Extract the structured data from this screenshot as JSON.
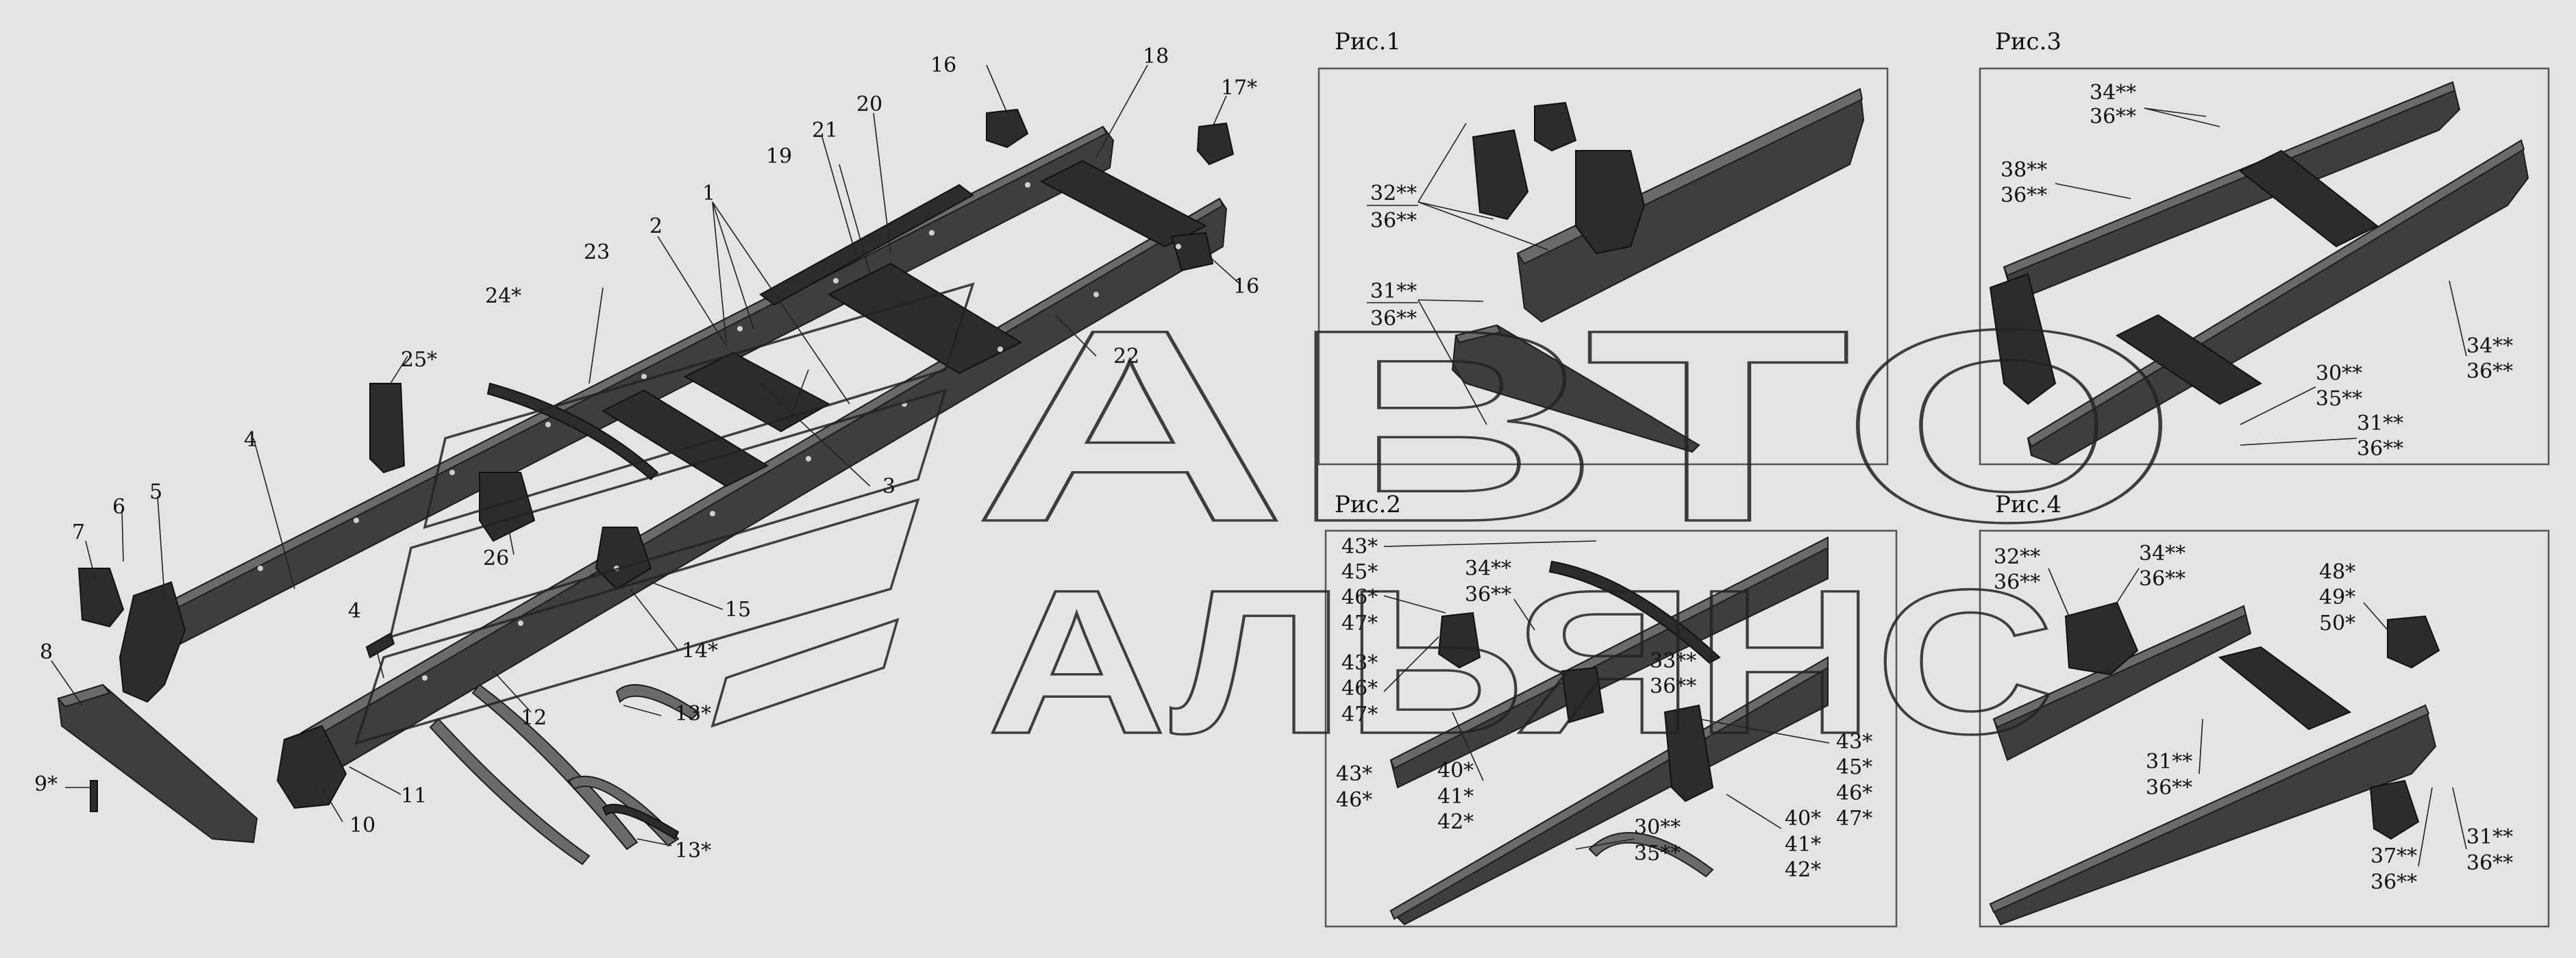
{
  "watermark": {
    "line1": "АВТО",
    "line2": "АЛЬЯНС"
  },
  "main": {
    "labels": [
      "1",
      "2",
      "3",
      "4",
      "4",
      "5",
      "6",
      "7",
      "8",
      "9*",
      "10",
      "11",
      "12",
      "13*",
      "13*",
      "14*",
      "15",
      "16",
      "16",
      "17*",
      "18",
      "19",
      "20",
      "21",
      "22",
      "23",
      "24*",
      "25*",
      "26"
    ]
  },
  "figures": [
    {
      "title": "Рис.1",
      "labels": [
        "32**",
        "36**",
        "31**",
        "36**"
      ]
    },
    {
      "title": "Рис.2",
      "labels": [
        "43*",
        "45*",
        "46*",
        "47*",
        "34**",
        "36**",
        "43*",
        "46*",
        "47*",
        "43*",
        "46*",
        "40*",
        "41*",
        "42*",
        "33**",
        "36**",
        "43*",
        "45*",
        "46*",
        "47*",
        "30**",
        "35**",
        "40*",
        "41*",
        "42*"
      ]
    },
    {
      "title": "Рис.3",
      "labels": [
        "34**",
        "36**",
        "38**",
        "36**",
        "34**",
        "36**",
        "30**",
        "35**",
        "31**",
        "36**"
      ]
    },
    {
      "title": "Рис.4",
      "labels": [
        "32**",
        "36**",
        "34**",
        "36**",
        "48*",
        "49*",
        "50*",
        "31**",
        "36**",
        "37**",
        "36**",
        "31**",
        "36**"
      ]
    }
  ]
}
